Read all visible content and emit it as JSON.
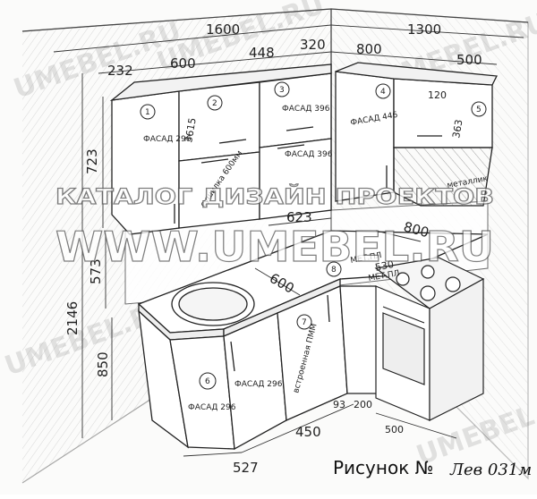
{
  "dimensions": {
    "top_total_left": "1600",
    "top_total_right": "1300",
    "upper_232": "232",
    "upper_600": "600",
    "upper_448": "448",
    "upper_320": "320",
    "upper_800": "800",
    "upper_500": "500",
    "height_723": "723",
    "height_2146": "2146",
    "height_573": "573",
    "height_850": "850",
    "depth_623": "623",
    "depth_600": "600",
    "depth_800": "800",
    "depth_530": "530",
    "bottom_527": "527",
    "bottom_450": "450",
    "bottom_93": "93",
    "bottom_200": "200",
    "bottom_500": "500",
    "small_120": "120",
    "small_363": "363",
    "small_3615": "3615"
  },
  "labels": {
    "facade_296_a": "ФАСАД 296",
    "facade_396_a": "ФАСАД 396",
    "facade_396_b": "ФАСАД 396",
    "facade_446": "ФАСАД 446",
    "facade_296_b": "ФАСАД 296",
    "facade_296_c": "ФАСАД 296",
    "dryer": "сушилка 600мм",
    "built_pmm": "встроенная ПММ",
    "metal_upper": "МЕТ.ПЛ",
    "metal_lower": "МЕТ.ПЛ",
    "metallic": "металлик"
  },
  "module_numbers": [
    "1",
    "2",
    "3",
    "4",
    "5",
    "6",
    "7",
    "8"
  ],
  "watermarks": {
    "top_band": "КАТАЛОГ ДИЗАЙН ПРОЕКТОВ",
    "site": "WWW.UMEBEL.RU",
    "brand": "UMEBEL.RU"
  },
  "caption": {
    "label": "Рисунок №",
    "code": "Лев 031м"
  }
}
